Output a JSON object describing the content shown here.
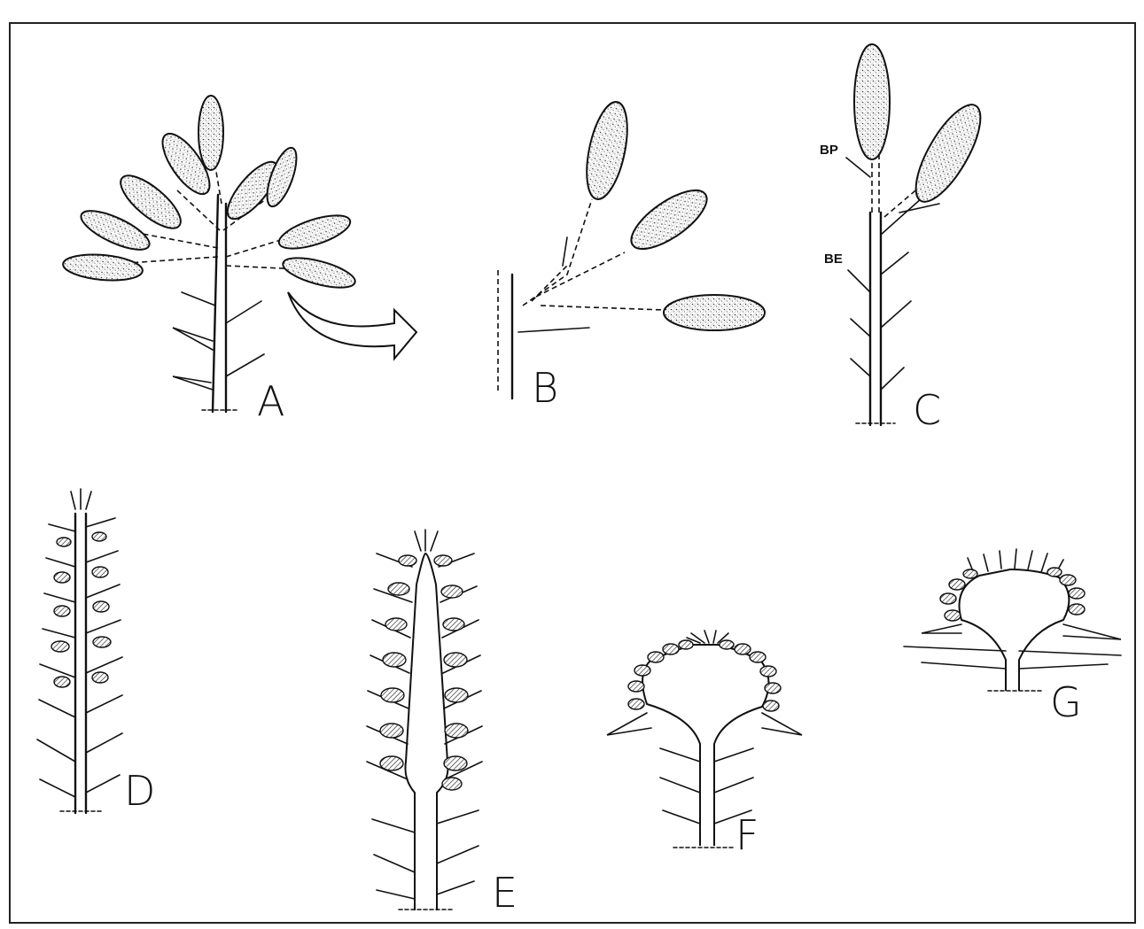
{
  "panels": {
    "A": {
      "label": "A"
    },
    "B": {
      "label": "B"
    },
    "C": {
      "label": "C",
      "annotations": {
        "bp": "BP",
        "be": "BE"
      }
    },
    "D": {
      "label": "D"
    },
    "E": {
      "label": "E"
    },
    "F": {
      "label": "F"
    },
    "G": {
      "label": "G"
    }
  }
}
